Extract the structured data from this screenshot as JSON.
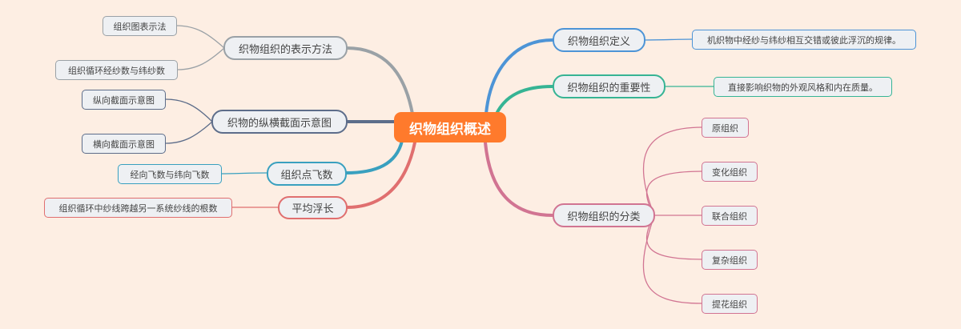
{
  "root": {
    "label": "织物组织概述",
    "color": "#ff7a2c"
  },
  "left": [
    {
      "label": "织物组织的表示方法",
      "color": "#9aa1a6",
      "children": [
        "组织图表示法",
        "组织循环经纱数与纬纱数"
      ]
    },
    {
      "label": "织物的纵横截面示意图",
      "color": "#5d6d8a",
      "children": [
        "纵向截面示意图",
        "横向截面示意图"
      ]
    },
    {
      "label": "组织点飞数",
      "color": "#39a0bf",
      "children": [
        "经向飞数与纬向飞数"
      ]
    },
    {
      "label": "平均浮长",
      "color": "#e06f6f",
      "children": [
        "组织循环中纱线跨越另一系统纱线的根数"
      ]
    }
  ],
  "right": [
    {
      "label": "织物组织定义",
      "color": "#4d94d6",
      "children": [
        "机织物中经纱与纬纱相互交错或彼此浮沉的规律。"
      ]
    },
    {
      "label": "织物组织的重要性",
      "color": "#36b494",
      "children": [
        "直接影响织物的外观风格和内在质量。"
      ]
    },
    {
      "label": "织物组织的分类",
      "color": "#d17492",
      "children": [
        "原组织",
        "变化组织",
        "联合组织",
        "复杂组织",
        "提花组织"
      ]
    }
  ]
}
